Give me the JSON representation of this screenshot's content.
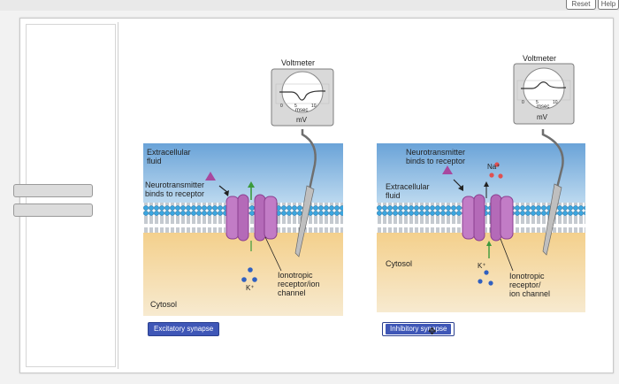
{
  "window": {
    "top_buttons": [
      "Reset",
      "Help"
    ]
  },
  "left_panel": {
    "empty_label_slots": 2
  },
  "excitatory": {
    "extracellular": "Extracellular\nfluid",
    "neurotransmitter": "Neurotransmitter\nbinds to receptor",
    "cytosol": "Cytosol",
    "ion": "K⁺",
    "receptor": "Ionotropic\nreceptor/ion\nchannel",
    "voltmeter": {
      "title": "Voltmeter",
      "ticks": [
        "0",
        "5",
        "10"
      ],
      "time_unit": "msec",
      "unit": "mV"
    },
    "tag": "Excitatory synapse"
  },
  "inhibitory": {
    "neurotransmitter": "Neurotransmitter\nbinds to receptor",
    "extracellular": "Extracellular\nfluid",
    "ion_in": "Na⁺",
    "ion_out": "K⁺",
    "cytosol": "Cytosol",
    "receptor": "Ionotropic\nreceptor/\nion channel",
    "voltmeter": {
      "title": "Voltmeter",
      "ticks": [
        "0",
        "5",
        "10"
      ],
      "time_unit": "msec",
      "unit": "mV"
    },
    "tag": "Inhibitory synapse"
  },
  "colors": {
    "extracellular": "#7fb2dd",
    "cytosol": "#f2d7a3",
    "membrane_head": "#3aa6e0",
    "membrane_tail": "#7e8a96",
    "channel": "#b46ab8",
    "neurotransmitter": "#a8489e",
    "arrow_green": "#3b9a3b",
    "tag_blue": "#3f57b7"
  }
}
